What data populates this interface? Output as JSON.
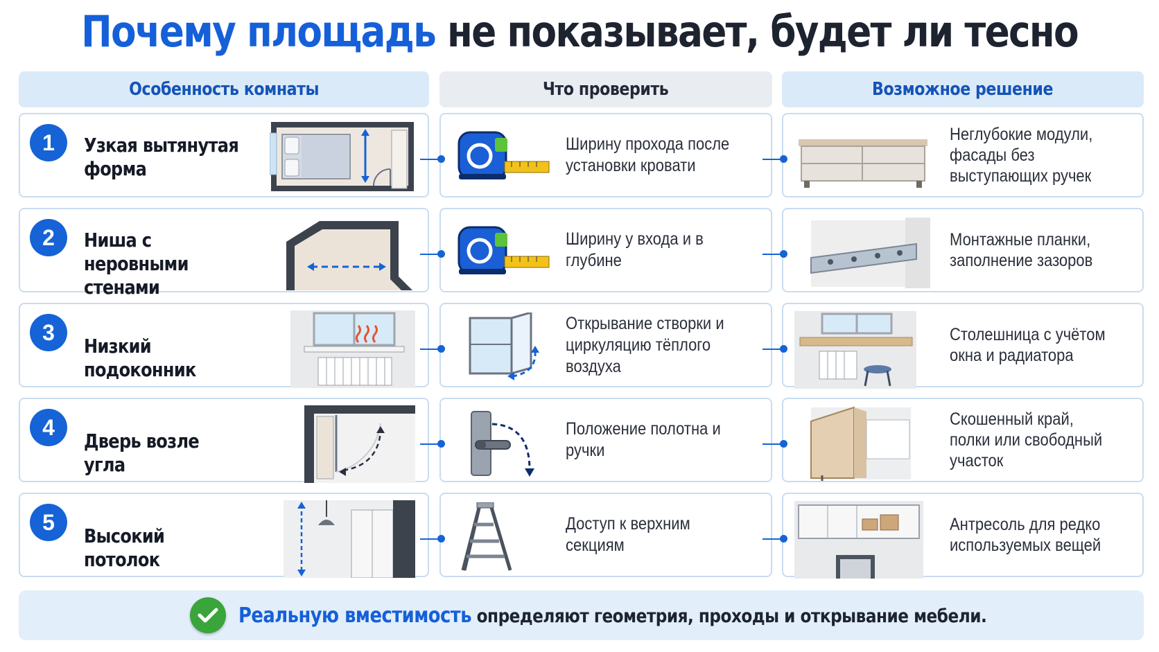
{
  "title": {
    "highlight": "Почему площадь",
    "rest": "не показывает, будет ли тесно"
  },
  "columns": {
    "feature": "Особенность комнаты",
    "check": "Что проверить",
    "solution": "Возможное решение"
  },
  "rows": [
    {
      "num": "1",
      "feature": "Узкая вытянутая форма",
      "check": "Ширину прохода после установки кровати",
      "solution": "Неглубокие модули, фасады без выступающих ручек",
      "check_icon": "tape-measure-icon"
    },
    {
      "num": "2",
      "feature": "Ниша с неровными стенами",
      "check": "Ширину у входа и в глубине",
      "solution": "Монтажные планки, заполнение зазоров",
      "check_icon": "tape-measure-icon"
    },
    {
      "num": "3",
      "feature": "Низкий подоконник",
      "check": "Открывание створки и циркуляцию тёплого воздуха",
      "solution": "Столешница с учётом окна и радиатора",
      "check_icon": "window-sash-icon"
    },
    {
      "num": "4",
      "feature": "Дверь возле угла",
      "check": "Положение полотна и ручки",
      "solution": "Скошенный край, полки или свободный участок",
      "check_icon": "door-handle-icon"
    },
    {
      "num": "5",
      "feature": "Высокий потолок",
      "check": "Доступ к верхним секциям",
      "solution": "Антресоль для редко используемых вещей",
      "check_icon": "stepladder-icon"
    }
  ],
  "footer": {
    "highlight": "Реальную вместимость",
    "rest": "определяют геометрия, проходы и открывание мебели.",
    "icon": "check-circle-icon"
  },
  "colors": {
    "accent": "#1563d6",
    "header_bg": "#dbeaf8",
    "card_border": "#c8dcf1",
    "check_green": "#3aa53a"
  }
}
